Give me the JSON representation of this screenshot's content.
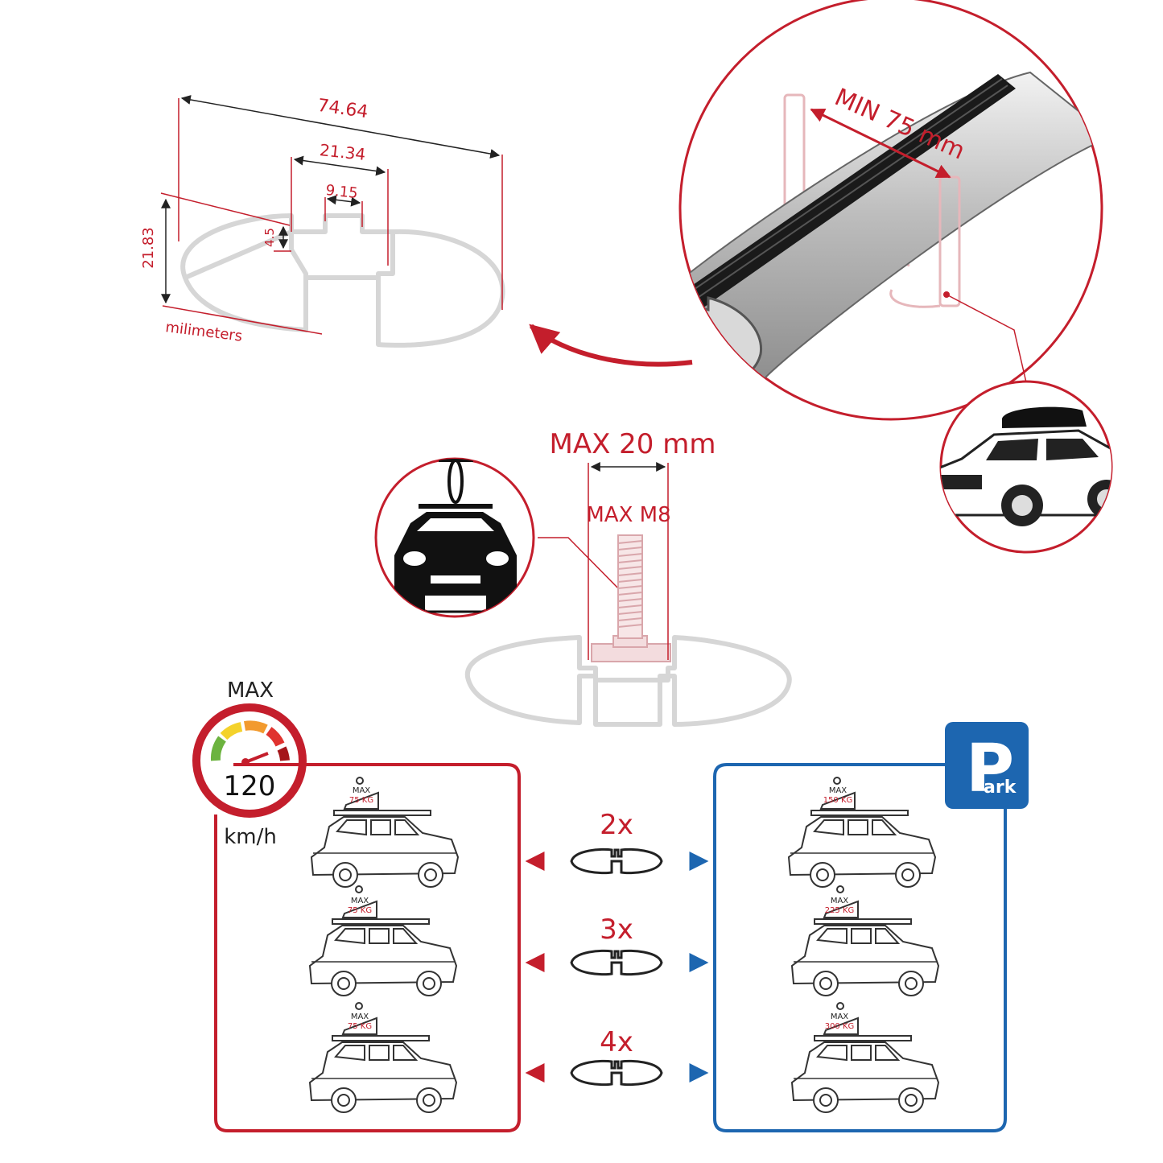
{
  "profile": {
    "width": "74.64",
    "slot_outer": "21.34",
    "slot_inner": "9.15",
    "lip": "4.5",
    "height": "21.83",
    "unit": "milimeters"
  },
  "clamp": {
    "min_label": "MIN 75 mm"
  },
  "bolt": {
    "max_width": "MAX 20 mm",
    "max_thread": "MAX M8"
  },
  "speed": {
    "max_label": "MAX",
    "value": "120",
    "unit": "km/h"
  },
  "park": {
    "letter": "P",
    "suffix": "ark"
  },
  "load_rows": [
    {
      "count": "2x",
      "moving": {
        "max": "MAX",
        "kg": "75 KG"
      },
      "parked": {
        "max": "MAX",
        "kg": "150 KG"
      }
    },
    {
      "count": "3x",
      "moving": {
        "max": "MAX",
        "kg": "75 KG"
      },
      "parked": {
        "max": "MAX",
        "kg": "225 KG"
      }
    },
    {
      "count": "4x",
      "moving": {
        "max": "MAX",
        "kg": "75 KG"
      },
      "parked": {
        "max": "MAX",
        "kg": "300 KG"
      }
    }
  ],
  "colors": {
    "accent_red": "#c41e2c",
    "accent_blue": "#1d66b0",
    "profile_gray": "#cfcfcf"
  }
}
